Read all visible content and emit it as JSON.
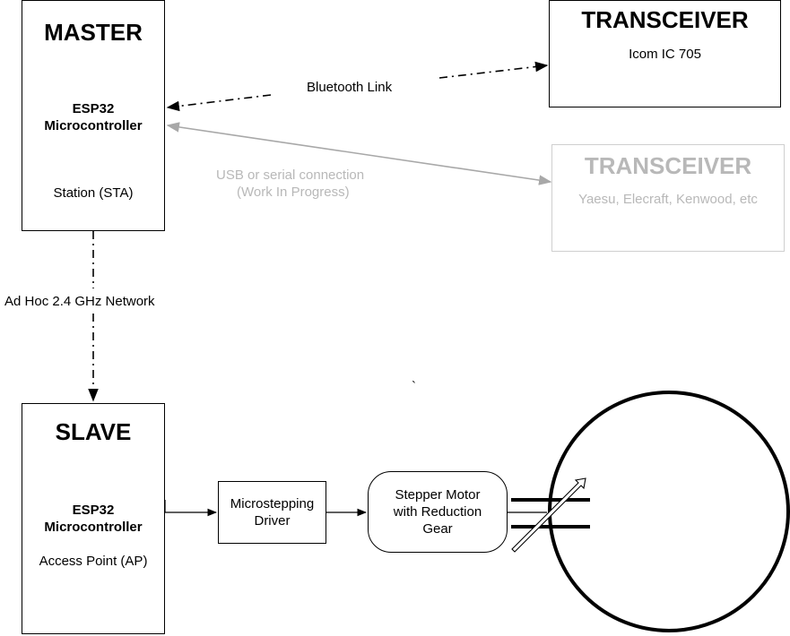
{
  "master": {
    "title": "MASTER",
    "chip_line1": "ESP32",
    "chip_line2": "Microcontroller",
    "mode": "Station (STA)"
  },
  "transceiver_icom": {
    "title": "TRANSCEIVER",
    "model": "Icom IC 705"
  },
  "transceiver_other": {
    "title": "TRANSCEIVER",
    "models": "Yaesu, Elecraft, Kenwood, etc"
  },
  "links": {
    "bluetooth": "Bluetooth Link",
    "usb_line1": "USB or serial connection",
    "usb_line2": "(Work In Progress)",
    "adhoc": "Ad Hoc 2.4 GHz Network"
  },
  "slave": {
    "title": "SLAVE",
    "chip_line1": "ESP32",
    "chip_line2": "Microcontroller",
    "mode": "Access Point (AP)"
  },
  "driver": {
    "line1": "Microstepping",
    "line2": "Driver"
  },
  "motor": {
    "line1": "Stepper Motor",
    "line2": "with Reduction",
    "line3": "Gear"
  },
  "stray_mark": "`",
  "colors": {
    "line": "#000000",
    "inactive": "#b0b0b0",
    "inactive_text": "#b8b8b8"
  }
}
